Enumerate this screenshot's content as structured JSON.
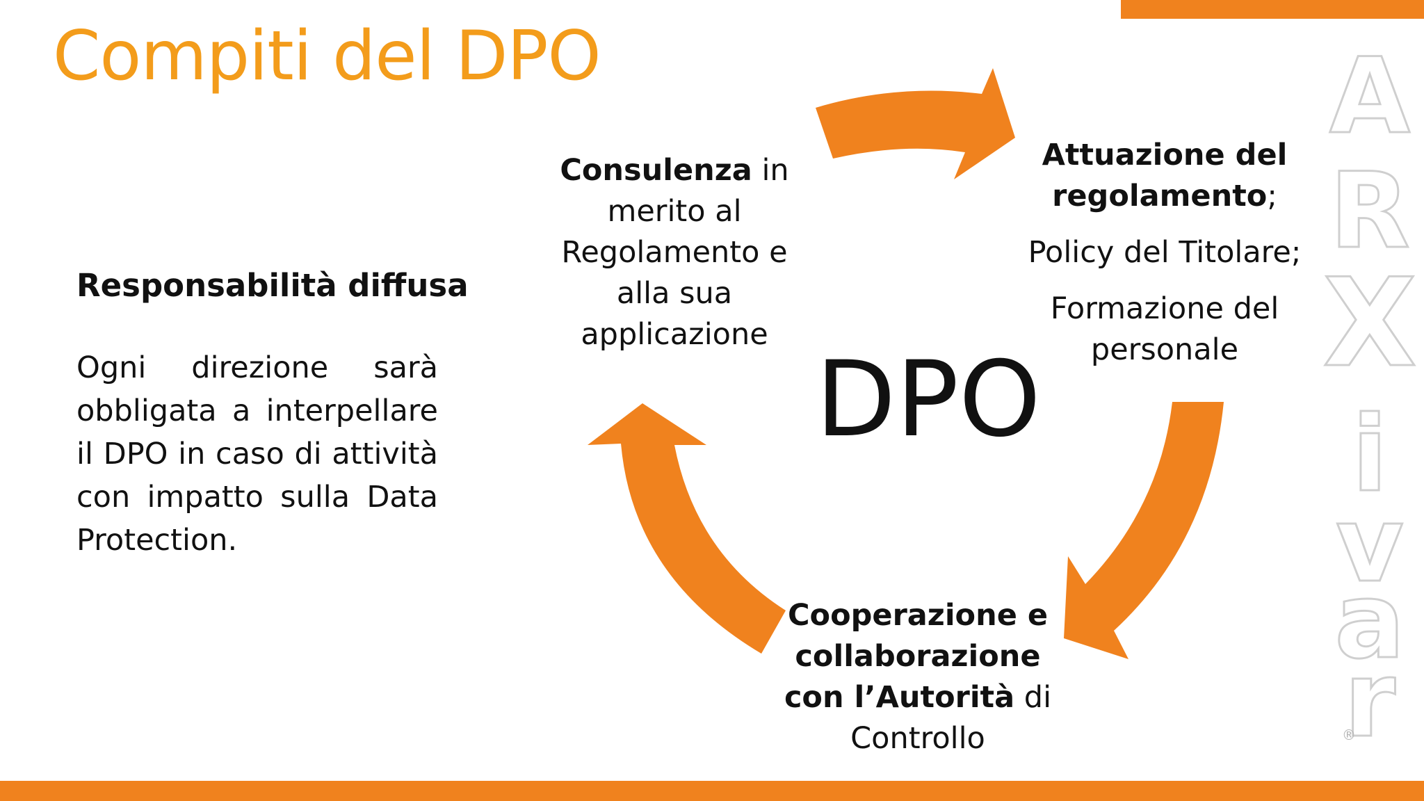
{
  "slide": {
    "title": "Compiti del DPO",
    "left_heading": "Responsabilità diffusa",
    "left_body": "Ogni direzione sarà obbligata a interpellare il DPO in caso di attività con impatto sulla Data Protection."
  },
  "diagram": {
    "center_label": "DPO",
    "top_left": {
      "bold": "Consulenza",
      "rest": " in merito al Regolamento e alla sua applicazione"
    },
    "top_right": {
      "bold": "Attuazione del regolamento",
      "punct": ";",
      "line2": "Policy del Titolare;",
      "line3": "Formazione del personale"
    },
    "bottom": {
      "bold": "Cooperazione e collaborazione con l’Autorità",
      "rest": " di Controllo"
    },
    "arrow_color": "#f0821e"
  },
  "theme": {
    "accent": "#f0821e",
    "title_color": "#f39c1b"
  },
  "logo": {
    "letters": [
      "A",
      "R",
      "X",
      "i",
      "v",
      "a",
      "r"
    ],
    "mark": "®"
  }
}
